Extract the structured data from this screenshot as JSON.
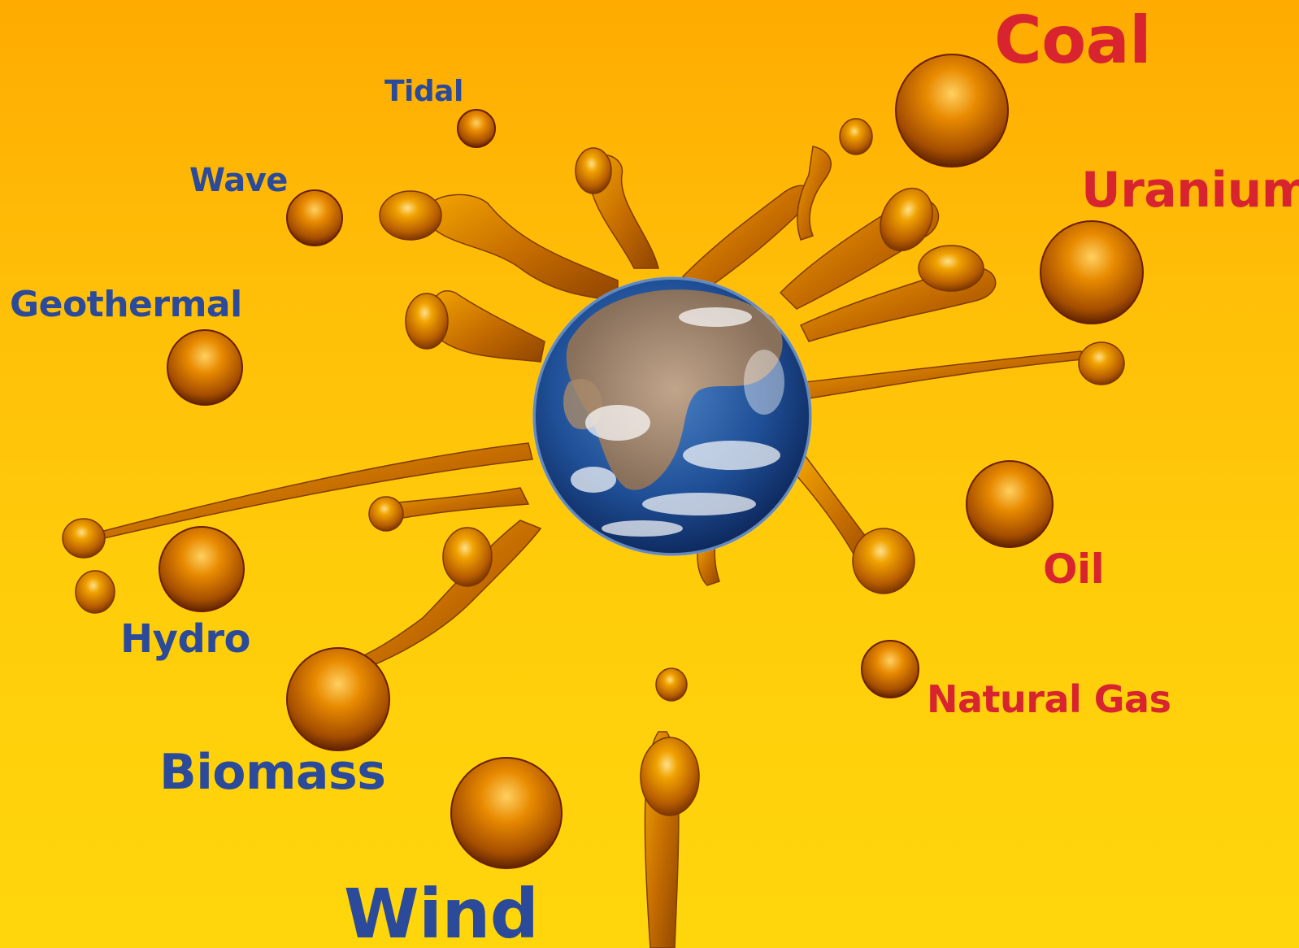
{
  "colors": {
    "renewable_label": "#2b4a9a",
    "fossil_label": "#d7242e",
    "background_top": "#ffab00",
    "background_bottom": "#ffd60c",
    "droplet": "#e08a00"
  },
  "center": {
    "icon": "earth-globe-icon"
  },
  "renewables": [
    {
      "id": "tidal",
      "label": "Tidal"
    },
    {
      "id": "wave",
      "label": "Wave"
    },
    {
      "id": "geothermal",
      "label": "Geothermal"
    },
    {
      "id": "hydro",
      "label": "Hydro"
    },
    {
      "id": "biomass",
      "label": "Biomass"
    },
    {
      "id": "wind",
      "label": "Wind"
    }
  ],
  "fossil": [
    {
      "id": "coal",
      "label": "Coal"
    },
    {
      "id": "uranium",
      "label": "Uranium"
    },
    {
      "id": "oil",
      "label": "Oil"
    },
    {
      "id": "natural_gas",
      "label": "Natural Gas"
    }
  ]
}
